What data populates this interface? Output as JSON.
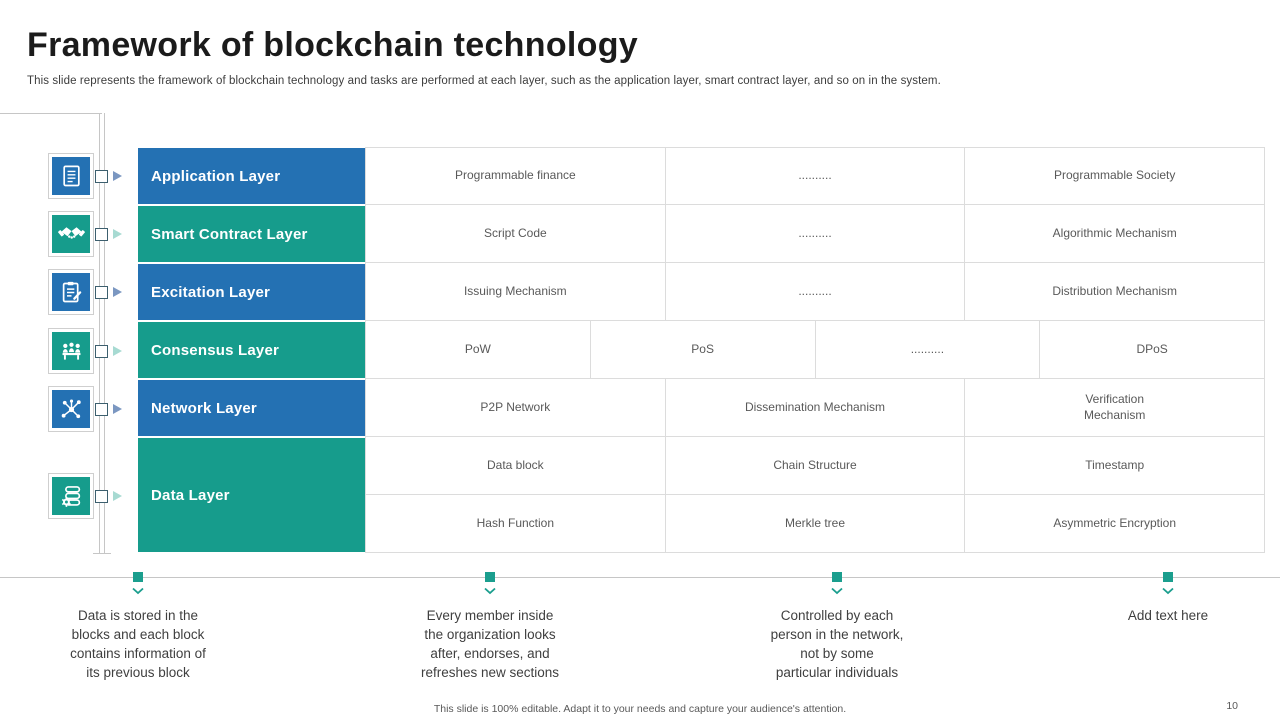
{
  "slide": {
    "title": "Framework of blockchain technology",
    "subtitle": "This slide represents the framework of blockchain technology and tasks are performed at each layer,  such as the application layer,  smart contract layer,  and so on in the system.",
    "footer": "This slide is 100% editable. Adapt it to your needs and capture your audience's attention.",
    "page_number": "10"
  },
  "colors": {
    "layer_blue": "#2471B3",
    "layer_teal": "#169C8C",
    "arrow_blue": "#7B97C1",
    "arrow_teal": "#A7DAD2",
    "marker_teal": "#1B9E8E"
  },
  "layers": [
    {
      "label": "Application Layer",
      "color": "blue",
      "icon": "document-icon"
    },
    {
      "label": "Smart Contract  Layer",
      "color": "teal",
      "icon": "handshake-icon"
    },
    {
      "label": "Excitation  Layer",
      "color": "blue",
      "icon": "clipboard-icon"
    },
    {
      "label": "Consensus  Layer",
      "color": "teal",
      "icon": "meeting-icon"
    },
    {
      "label": "Network  Layer",
      "color": "blue",
      "icon": "network-icon"
    },
    {
      "label": "Data Layer",
      "color": "teal",
      "icon": "database-icon"
    }
  ],
  "table": {
    "rows": [
      {
        "cells": [
          "Programmable  finance",
          "..........",
          "Programmable  Society"
        ]
      },
      {
        "cells": [
          "Script Code",
          "..........",
          "Algorithmic  Mechanism"
        ]
      },
      {
        "cells": [
          "Issuing  Mechanism",
          "..........",
          "Distribution  Mechanism"
        ]
      },
      {
        "cells": [
          "PoW",
          "PoS",
          "..........",
          "DPoS"
        ]
      },
      {
        "cells": [
          "P2P Network",
          "Dissemination  Mechanism",
          "Verification\nMechanism"
        ]
      },
      {
        "cells": [
          "Data block",
          "Chain Structure",
          "Timestamp"
        ]
      },
      {
        "cells": [
          "Hash Function",
          "Merkle tree",
          "Asymmetric Encryption"
        ]
      }
    ]
  },
  "callouts": [
    {
      "text": "Data is stored in the\nblocks and each block\ncontains information of\nits previous block"
    },
    {
      "text": "Every member inside\nthe organization looks\nafter, endorses, and\nrefreshes new sections"
    },
    {
      "text": "Controlled by each\nperson in the network,\nnot by some\nparticular individuals"
    },
    {
      "text": "Add text here"
    }
  ]
}
